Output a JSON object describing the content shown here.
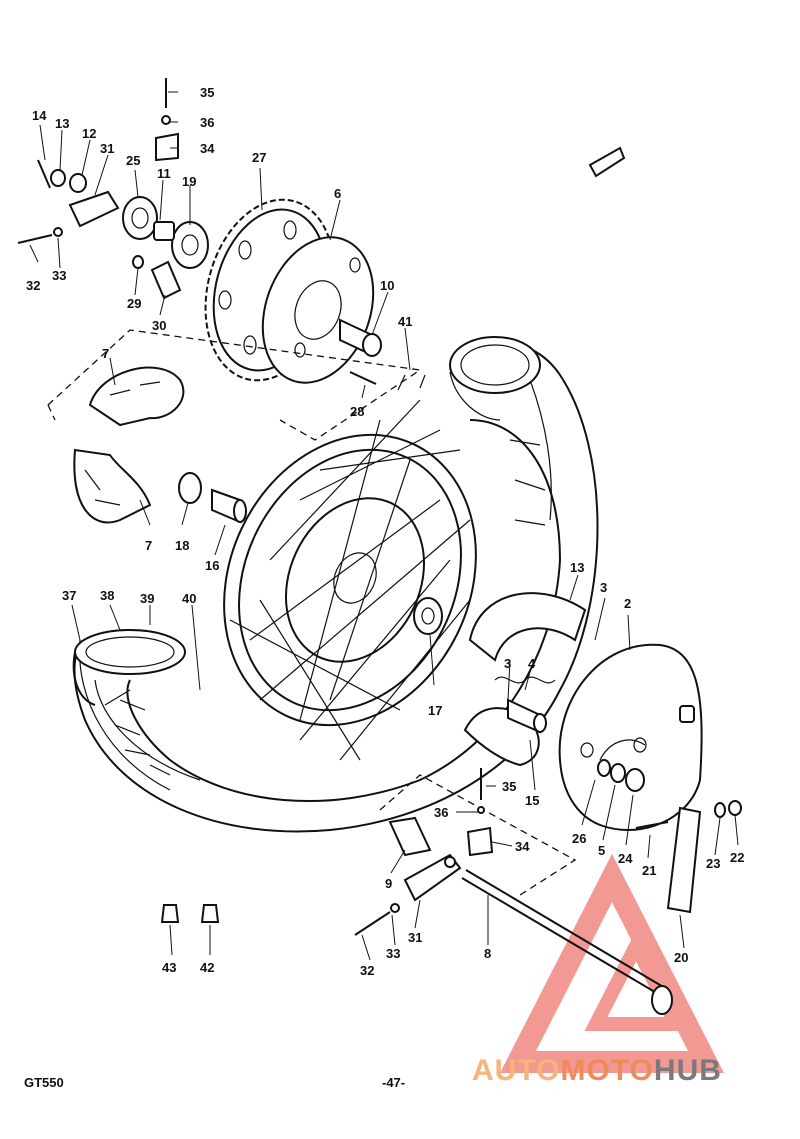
{
  "diagram": {
    "callouts": [
      {
        "id": "c1",
        "text": "35"
      },
      {
        "id": "c2",
        "text": "36"
      },
      {
        "id": "c3",
        "text": "34"
      },
      {
        "id": "c4",
        "text": "14"
      },
      {
        "id": "c5",
        "text": "13"
      },
      {
        "id": "c6",
        "text": "12"
      },
      {
        "id": "c7",
        "text": "31"
      },
      {
        "id": "c8",
        "text": "25"
      },
      {
        "id": "c9",
        "text": "11"
      },
      {
        "id": "c10",
        "text": "19"
      },
      {
        "id": "c11",
        "text": "27"
      },
      {
        "id": "c12",
        "text": "6"
      },
      {
        "id": "c13",
        "text": "32"
      },
      {
        "id": "c14",
        "text": "33"
      },
      {
        "id": "c15",
        "text": "29"
      },
      {
        "id": "c16",
        "text": "30"
      },
      {
        "id": "c17",
        "text": "10"
      },
      {
        "id": "c18",
        "text": "41"
      },
      {
        "id": "c19",
        "text": "28"
      },
      {
        "id": "c20",
        "text": "7"
      },
      {
        "id": "c21",
        "text": "7"
      },
      {
        "id": "c22",
        "text": "18"
      },
      {
        "id": "c23",
        "text": "16"
      },
      {
        "id": "c24",
        "text": "37"
      },
      {
        "id": "c25",
        "text": "38"
      },
      {
        "id": "c26",
        "text": "39"
      },
      {
        "id": "c27",
        "text": "40"
      },
      {
        "id": "c28",
        "text": "13"
      },
      {
        "id": "c29",
        "text": "3"
      },
      {
        "id": "c30",
        "text": "2"
      },
      {
        "id": "c31",
        "text": "3"
      },
      {
        "id": "c32",
        "text": "4"
      },
      {
        "id": "c33",
        "text": "17"
      },
      {
        "id": "c34",
        "text": "35"
      },
      {
        "id": "c35",
        "text": "36"
      },
      {
        "id": "c36",
        "text": "15"
      },
      {
        "id": "c37",
        "text": "26"
      },
      {
        "id": "c38",
        "text": "5"
      },
      {
        "id": "c39",
        "text": "24"
      },
      {
        "id": "c40",
        "text": "23"
      },
      {
        "id": "c41",
        "text": "22"
      },
      {
        "id": "c42",
        "text": "21"
      },
      {
        "id": "c43",
        "text": "34"
      },
      {
        "id": "c44",
        "text": "9"
      },
      {
        "id": "c45",
        "text": "31"
      },
      {
        "id": "c46",
        "text": "33"
      },
      {
        "id": "c47",
        "text": "32"
      },
      {
        "id": "c48",
        "text": "8"
      },
      {
        "id": "c49",
        "text": "20"
      },
      {
        "id": "c50",
        "text": "43"
      },
      {
        "id": "c51",
        "text": "42"
      }
    ]
  },
  "footer": {
    "model": "GT550",
    "page": "-47-"
  },
  "watermark": {
    "part1": "AUTO",
    "part2": "MOTO",
    "part3": "HUB",
    "color1": "#f6b37a",
    "color2": "#f08a5a",
    "color3": "#7a7a7a",
    "triangle_color": "#e8463c"
  }
}
